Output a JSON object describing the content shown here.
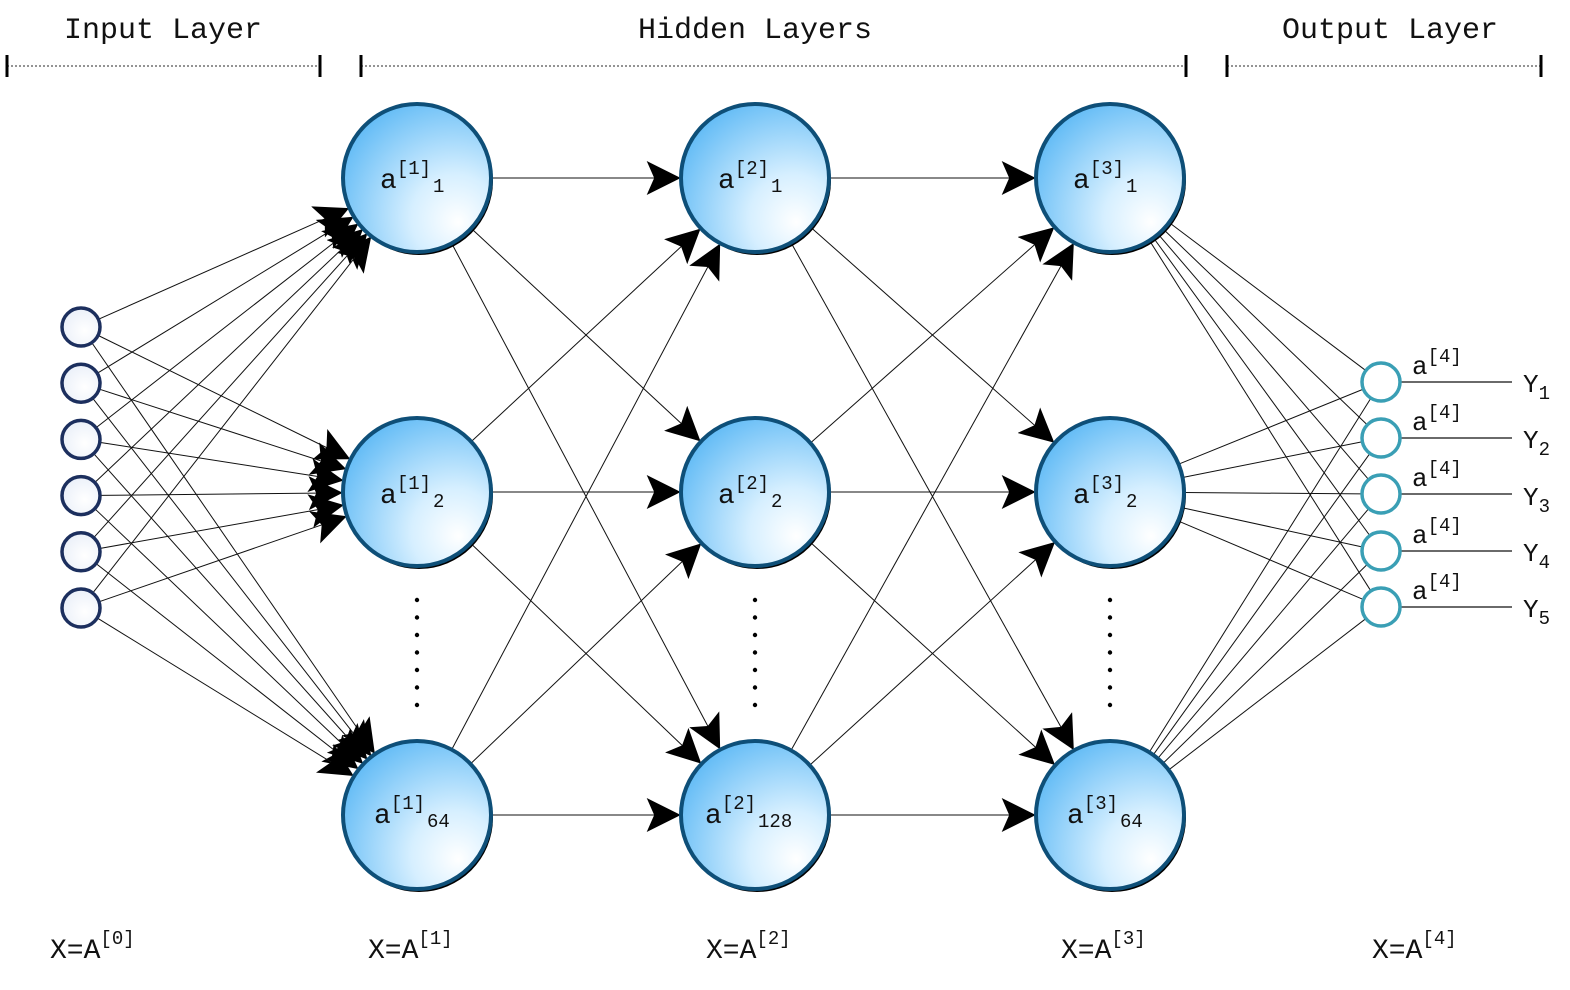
{
  "headers": {
    "input": "Input Layer",
    "hidden": "Hidden Layers",
    "output": "Output Layer"
  },
  "input_layer": {
    "node_count_shown": 6
  },
  "hidden_layers": [
    {
      "neurons": [
        {
          "base": "a",
          "sup": "[1]",
          "sub": "1"
        },
        {
          "base": "a",
          "sup": "[1]",
          "sub": "2"
        },
        {
          "base": "a",
          "sup": "[1]",
          "sub": "64"
        }
      ]
    },
    {
      "neurons": [
        {
          "base": "a",
          "sup": "[2]",
          "sub": "1"
        },
        {
          "base": "a",
          "sup": "[2]",
          "sub": "2"
        },
        {
          "base": "a",
          "sup": "[2]",
          "sub": "128"
        }
      ]
    },
    {
      "neurons": [
        {
          "base": "a",
          "sup": "[3]",
          "sub": "1"
        },
        {
          "base": "a",
          "sup": "[3]",
          "sub": "2"
        },
        {
          "base": "a",
          "sup": "[3]",
          "sub": "64"
        }
      ]
    }
  ],
  "output_layer": {
    "nodes": [
      {
        "base": "a",
        "sup": "[4]",
        "y": "Y",
        "y_sub": "1"
      },
      {
        "base": "a",
        "sup": "[4]",
        "y": "Y",
        "y_sub": "2"
      },
      {
        "base": "a",
        "sup": "[4]",
        "y": "Y",
        "y_sub": "3"
      },
      {
        "base": "a",
        "sup": "[4]",
        "y": "Y",
        "y_sub": "4"
      },
      {
        "base": "a",
        "sup": "[4]",
        "y": "Y",
        "y_sub": "5"
      }
    ]
  },
  "bottom_labels": [
    {
      "base": "X=A",
      "sup": "[0]"
    },
    {
      "base": "X=A",
      "sup": "[1]"
    },
    {
      "base": "X=A",
      "sup": "[2]"
    },
    {
      "base": "X=A",
      "sup": "[3]"
    },
    {
      "base": "X=A",
      "sup": "[4]"
    }
  ],
  "colors": {
    "input_node_stroke": "#1c2f5e",
    "hidden_node_stroke": "#0e4f78",
    "hidden_node_fill_light": "#ffffff",
    "hidden_node_fill_dark": "#5bb8f5",
    "output_node_stroke": "#3a9fb5",
    "edge": "#111111",
    "text": "#111111"
  }
}
